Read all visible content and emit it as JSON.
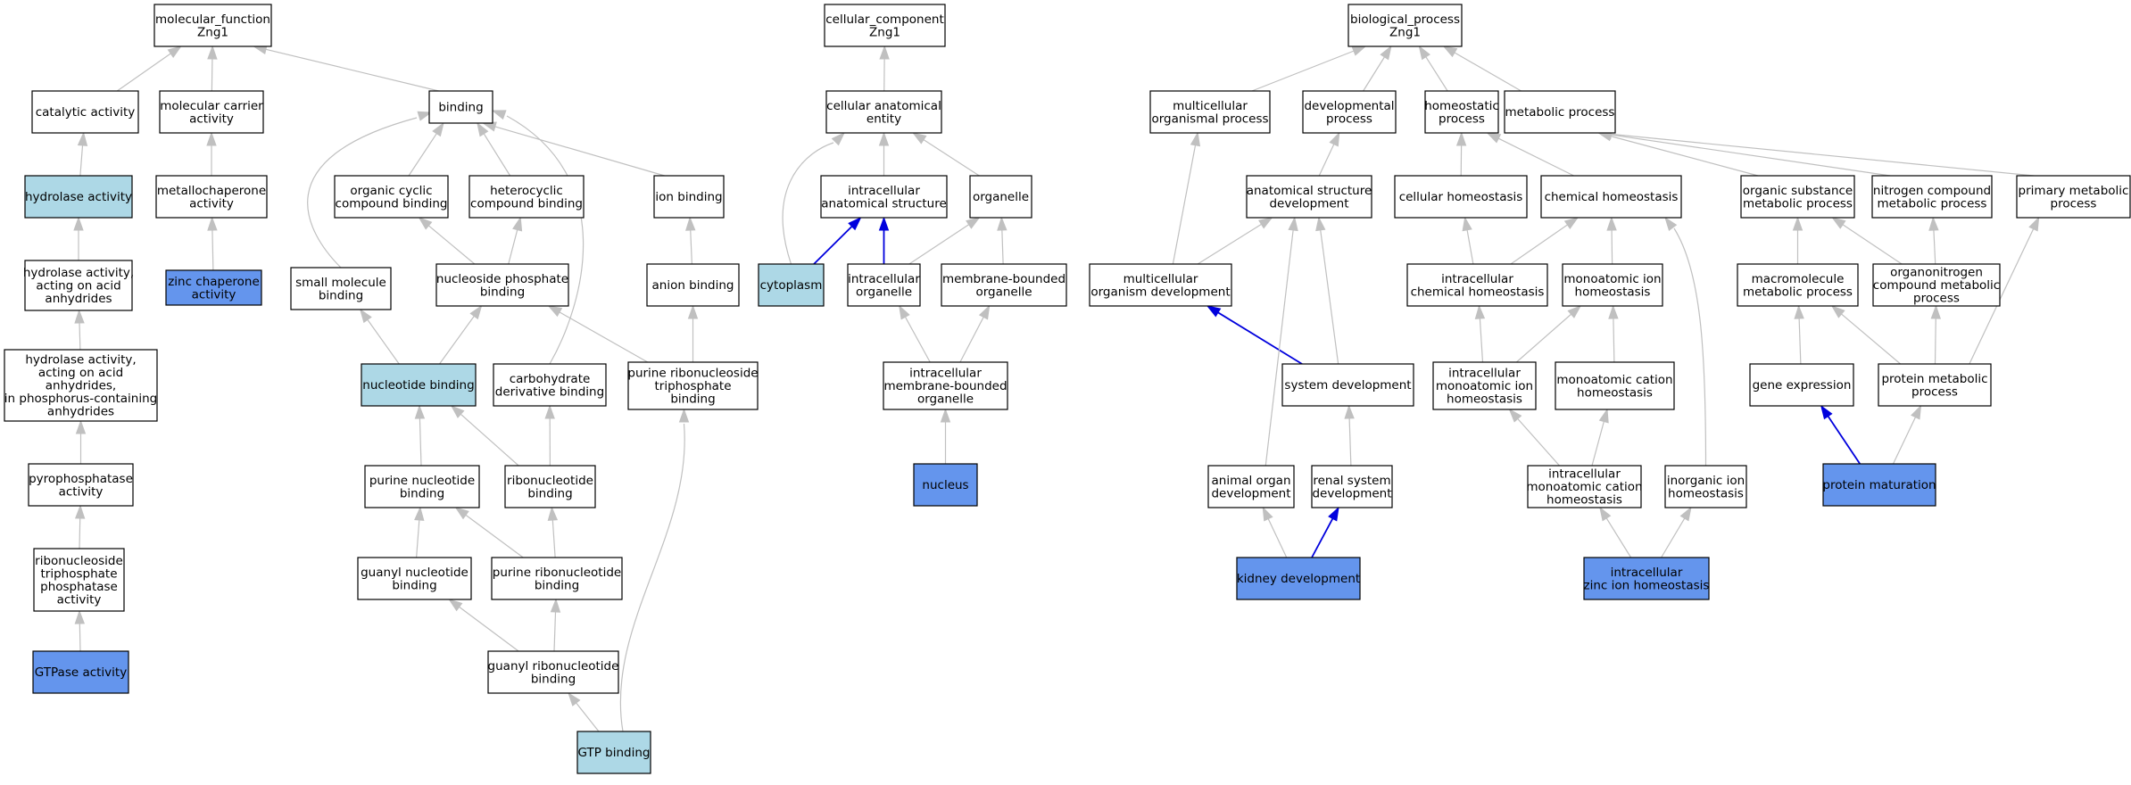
{
  "colors": {
    "edge_default": "#c0c0c0",
    "edge_highlight": "#0000dd",
    "node_plain": "#ffffff",
    "node_light": "#add8e6",
    "node_query": "#6495ed",
    "border": "#000000"
  },
  "nodes": [
    {
      "id": "mf_root",
      "lines": [
        "molecular_function",
        "Zng1"
      ],
      "style": "plain"
    },
    {
      "id": "catalytic",
      "lines": [
        "catalytic activity"
      ],
      "style": "plain"
    },
    {
      "id": "mol_carrier",
      "lines": [
        "molecular carrier",
        "activity"
      ],
      "style": "plain"
    },
    {
      "id": "binding",
      "lines": [
        "binding"
      ],
      "style": "plain"
    },
    {
      "id": "hydrolase",
      "lines": [
        "hydrolase activity"
      ],
      "style": "light"
    },
    {
      "id": "metallochaperone",
      "lines": [
        "metallochaperone",
        "activity"
      ],
      "style": "plain"
    },
    {
      "id": "organic_cyclic",
      "lines": [
        "organic cyclic",
        "compound binding"
      ],
      "style": "plain"
    },
    {
      "id": "heterocyclic",
      "lines": [
        "heterocyclic",
        "compound binding"
      ],
      "style": "plain"
    },
    {
      "id": "ion_binding",
      "lines": [
        "ion binding"
      ],
      "style": "plain"
    },
    {
      "id": "hydrolase_acid",
      "lines": [
        "hydrolase activity,",
        "acting on acid",
        "anhydrides"
      ],
      "style": "plain"
    },
    {
      "id": "zinc_chaperone",
      "lines": [
        "zinc chaperone",
        "activity"
      ],
      "style": "query"
    },
    {
      "id": "small_molecule",
      "lines": [
        "small molecule",
        "binding"
      ],
      "style": "plain"
    },
    {
      "id": "nucleoside_phosphate",
      "lines": [
        "nucleoside phosphate",
        "binding"
      ],
      "style": "plain"
    },
    {
      "id": "anion_binding",
      "lines": [
        "anion binding"
      ],
      "style": "plain"
    },
    {
      "id": "hydrolase_phosph",
      "lines": [
        "hydrolase activity,",
        "acting on acid",
        "anhydrides,",
        "in phosphorus-containing",
        "anhydrides"
      ],
      "style": "plain"
    },
    {
      "id": "nucleotide_binding",
      "lines": [
        "nucleotide binding"
      ],
      "style": "light"
    },
    {
      "id": "carbohydrate_deriv",
      "lines": [
        "carbohydrate",
        "derivative binding"
      ],
      "style": "plain"
    },
    {
      "id": "purine_ribonucleoside_tp",
      "lines": [
        "purine ribonucleoside",
        "triphosphate",
        "binding"
      ],
      "style": "plain"
    },
    {
      "id": "pyrophosphatase",
      "lines": [
        "pyrophosphatase",
        "activity"
      ],
      "style": "plain"
    },
    {
      "id": "purine_nucleotide",
      "lines": [
        "purine nucleotide",
        "binding"
      ],
      "style": "plain"
    },
    {
      "id": "ribonucleotide",
      "lines": [
        "ribonucleotide",
        "binding"
      ],
      "style": "plain"
    },
    {
      "id": "ribonucleoside_tp_phos",
      "lines": [
        "ribonucleoside",
        "triphosphate",
        "phosphatase",
        "activity"
      ],
      "style": "plain"
    },
    {
      "id": "guanyl_nucleotide",
      "lines": [
        "guanyl nucleotide",
        "binding"
      ],
      "style": "plain"
    },
    {
      "id": "purine_ribonucleotide",
      "lines": [
        "purine ribonucleotide",
        "binding"
      ],
      "style": "plain"
    },
    {
      "id": "gtpase",
      "lines": [
        "GTPase activity"
      ],
      "style": "query"
    },
    {
      "id": "guanyl_ribonucleotide",
      "lines": [
        "guanyl ribonucleotide",
        "binding"
      ],
      "style": "plain"
    },
    {
      "id": "gtp_binding",
      "lines": [
        "GTP binding"
      ],
      "style": "light"
    },
    {
      "id": "cc_root",
      "lines": [
        "cellular_component",
        "Zng1"
      ],
      "style": "plain"
    },
    {
      "id": "cell_anat_entity",
      "lines": [
        "cellular anatomical",
        "entity"
      ],
      "style": "plain"
    },
    {
      "id": "intracell_anat",
      "lines": [
        "intracellular",
        "anatomical structure"
      ],
      "style": "plain"
    },
    {
      "id": "organelle",
      "lines": [
        "organelle"
      ],
      "style": "plain"
    },
    {
      "id": "cytoplasm",
      "lines": [
        "cytoplasm"
      ],
      "style": "light"
    },
    {
      "id": "intracell_organelle",
      "lines": [
        "intracellular",
        "organelle"
      ],
      "style": "plain"
    },
    {
      "id": "membrane_organelle",
      "lines": [
        "membrane-bounded",
        "organelle"
      ],
      "style": "plain"
    },
    {
      "id": "intracell_membrane_org",
      "lines": [
        "intracellular",
        "membrane-bounded",
        "organelle"
      ],
      "style": "plain"
    },
    {
      "id": "nucleus",
      "lines": [
        "nucleus"
      ],
      "style": "query"
    },
    {
      "id": "bp_root",
      "lines": [
        "biological_process",
        "Zng1"
      ],
      "style": "plain"
    },
    {
      "id": "multicell_org_proc",
      "lines": [
        "multicellular",
        "organismal process"
      ],
      "style": "plain"
    },
    {
      "id": "developmental_proc",
      "lines": [
        "developmental",
        "process"
      ],
      "style": "plain"
    },
    {
      "id": "homeostatic_proc",
      "lines": [
        "homeostatic",
        "process"
      ],
      "style": "plain"
    },
    {
      "id": "metabolic_proc",
      "lines": [
        "metabolic process"
      ],
      "style": "plain"
    },
    {
      "id": "anat_struct_dev",
      "lines": [
        "anatomical structure",
        "development"
      ],
      "style": "plain"
    },
    {
      "id": "cellular_homeostasis",
      "lines": [
        "cellular homeostasis"
      ],
      "style": "plain"
    },
    {
      "id": "chemical_homeostasis",
      "lines": [
        "chemical homeostasis"
      ],
      "style": "plain"
    },
    {
      "id": "organic_subst_met",
      "lines": [
        "organic substance",
        "metabolic process"
      ],
      "style": "plain"
    },
    {
      "id": "nitrogen_met",
      "lines": [
        "nitrogen compound",
        "metabolic process"
      ],
      "style": "plain"
    },
    {
      "id": "primary_met",
      "lines": [
        "primary metabolic",
        "process"
      ],
      "style": "plain"
    },
    {
      "id": "multicell_org_dev",
      "lines": [
        "multicellular",
        "organism development"
      ],
      "style": "plain"
    },
    {
      "id": "intracell_chem_home",
      "lines": [
        "intracellular",
        "chemical homeostasis"
      ],
      "style": "plain"
    },
    {
      "id": "monoatomic_ion_home",
      "lines": [
        "monoatomic ion",
        "homeostasis"
      ],
      "style": "plain"
    },
    {
      "id": "macromolecule_met",
      "lines": [
        "macromolecule",
        "metabolic process"
      ],
      "style": "plain"
    },
    {
      "id": "organonitrogen_met",
      "lines": [
        "organonitrogen",
        "compound metabolic",
        "process"
      ],
      "style": "plain"
    },
    {
      "id": "system_dev",
      "lines": [
        "system development"
      ],
      "style": "plain"
    },
    {
      "id": "intracell_monoatomic_ion",
      "lines": [
        "intracellular",
        "monoatomic ion",
        "homeostasis"
      ],
      "style": "plain"
    },
    {
      "id": "monoatomic_cation_home",
      "lines": [
        "monoatomic cation",
        "homeostasis"
      ],
      "style": "plain"
    },
    {
      "id": "gene_expression",
      "lines": [
        "gene expression"
      ],
      "style": "plain"
    },
    {
      "id": "protein_met",
      "lines": [
        "protein metabolic",
        "process"
      ],
      "style": "plain"
    },
    {
      "id": "animal_organ_dev",
      "lines": [
        "animal organ",
        "development"
      ],
      "style": "plain"
    },
    {
      "id": "renal_system_dev",
      "lines": [
        "renal system",
        "development"
      ],
      "style": "plain"
    },
    {
      "id": "intracell_monoatomic_cation",
      "lines": [
        "intracellular",
        "monoatomic cation",
        "homeostasis"
      ],
      "style": "plain"
    },
    {
      "id": "inorganic_ion_home",
      "lines": [
        "inorganic ion",
        "homeostasis"
      ],
      "style": "plain"
    },
    {
      "id": "protein_maturation",
      "lines": [
        "protein maturation"
      ],
      "style": "query"
    },
    {
      "id": "kidney_dev",
      "lines": [
        "kidney development"
      ],
      "style": "query"
    },
    {
      "id": "intracell_zinc_home",
      "lines": [
        "intracellular",
        "zinc ion homeostasis"
      ],
      "style": "query"
    }
  ],
  "edges": [
    {
      "from": "catalytic",
      "to": "mf_root",
      "highlight": false
    },
    {
      "from": "mol_carrier",
      "to": "mf_root",
      "highlight": false
    },
    {
      "from": "binding",
      "to": "mf_root",
      "highlight": false
    },
    {
      "from": "hydrolase",
      "to": "catalytic",
      "highlight": false
    },
    {
      "from": "metallochaperone",
      "to": "mol_carrier",
      "highlight": false
    },
    {
      "from": "zinc_chaperone",
      "to": "metallochaperone",
      "highlight": false
    },
    {
      "from": "hydrolase_acid",
      "to": "hydrolase",
      "highlight": false
    },
    {
      "from": "hydrolase_phosph",
      "to": "hydrolase_acid",
      "highlight": false
    },
    {
      "from": "pyrophosphatase",
      "to": "hydrolase_phosph",
      "highlight": false
    },
    {
      "from": "ribonucleoside_tp_phos",
      "to": "pyrophosphatase",
      "highlight": false
    },
    {
      "from": "gtpase",
      "to": "ribonucleoside_tp_phos",
      "highlight": false
    },
    {
      "from": "organic_cyclic",
      "to": "binding",
      "highlight": false
    },
    {
      "from": "heterocyclic",
      "to": "binding",
      "highlight": false
    },
    {
      "from": "ion_binding",
      "to": "binding",
      "highlight": false
    },
    {
      "from": "small_molecule",
      "to": "binding",
      "highlight": false,
      "curve": "left"
    },
    {
      "from": "carbohydrate_deriv",
      "to": "binding",
      "highlight": false,
      "curve": "right"
    },
    {
      "from": "nucleoside_phosphate",
      "to": "organic_cyclic",
      "highlight": false
    },
    {
      "from": "nucleoside_phosphate",
      "to": "heterocyclic",
      "highlight": false
    },
    {
      "from": "anion_binding",
      "to": "ion_binding",
      "highlight": false
    },
    {
      "from": "nucleotide_binding",
      "to": "small_molecule",
      "highlight": false
    },
    {
      "from": "nucleotide_binding",
      "to": "nucleoside_phosphate",
      "highlight": false
    },
    {
      "from": "purine_ribonucleoside_tp",
      "to": "anion_binding",
      "highlight": false
    },
    {
      "from": "purine_ribonucleoside_tp",
      "to": "nucleoside_phosphate",
      "highlight": false
    },
    {
      "from": "purine_nucleotide",
      "to": "nucleotide_binding",
      "highlight": false
    },
    {
      "from": "ribonucleotide",
      "to": "nucleotide_binding",
      "highlight": false
    },
    {
      "from": "ribonucleotide",
      "to": "carbohydrate_deriv",
      "highlight": false
    },
    {
      "from": "guanyl_nucleotide",
      "to": "purine_nucleotide",
      "highlight": false
    },
    {
      "from": "purine_ribonucleotide",
      "to": "purine_nucleotide",
      "highlight": false
    },
    {
      "from": "purine_ribonucleotide",
      "to": "ribonucleotide",
      "highlight": false
    },
    {
      "from": "guanyl_ribonucleotide",
      "to": "guanyl_nucleotide",
      "highlight": false
    },
    {
      "from": "guanyl_ribonucleotide",
      "to": "purine_ribonucleotide",
      "highlight": false
    },
    {
      "from": "gtp_binding",
      "to": "guanyl_ribonucleotide",
      "highlight": false
    },
    {
      "from": "gtp_binding",
      "to": "purine_ribonucleoside_tp",
      "highlight": false,
      "curve": "gtp"
    },
    {
      "from": "cell_anat_entity",
      "to": "cc_root",
      "highlight": false
    },
    {
      "from": "intracell_anat",
      "to": "cell_anat_entity",
      "highlight": false
    },
    {
      "from": "organelle",
      "to": "cell_anat_entity",
      "highlight": false
    },
    {
      "from": "cytoplasm",
      "to": "cell_anat_entity",
      "highlight": false,
      "curve": "cyto"
    },
    {
      "from": "cytoplasm",
      "to": "intracell_anat",
      "highlight": true
    },
    {
      "from": "intracell_organelle",
      "to": "intracell_anat",
      "highlight": true
    },
    {
      "from": "intracell_organelle",
      "to": "organelle",
      "highlight": false
    },
    {
      "from": "membrane_organelle",
      "to": "organelle",
      "highlight": false
    },
    {
      "from": "intracell_membrane_org",
      "to": "intracell_organelle",
      "highlight": false
    },
    {
      "from": "intracell_membrane_org",
      "to": "membrane_organelle",
      "highlight": false
    },
    {
      "from": "nucleus",
      "to": "intracell_membrane_org",
      "highlight": false
    },
    {
      "from": "multicell_org_proc",
      "to": "bp_root",
      "highlight": false
    },
    {
      "from": "developmental_proc",
      "to": "bp_root",
      "highlight": false
    },
    {
      "from": "homeostatic_proc",
      "to": "bp_root",
      "highlight": false
    },
    {
      "from": "metabolic_proc",
      "to": "bp_root",
      "highlight": false
    },
    {
      "from": "anat_struct_dev",
      "to": "developmental_proc",
      "highlight": false
    },
    {
      "from": "multicell_org_dev",
      "to": "multicell_org_proc",
      "highlight": false
    },
    {
      "from": "multicell_org_dev",
      "to": "anat_struct_dev",
      "highlight": false
    },
    {
      "from": "system_dev",
      "to": "multicell_org_dev",
      "highlight": true
    },
    {
      "from": "system_dev",
      "to": "anat_struct_dev",
      "highlight": false
    },
    {
      "from": "animal_organ_dev",
      "to": "anat_struct_dev",
      "highlight": false
    },
    {
      "from": "renal_system_dev",
      "to": "system_dev",
      "highlight": false
    },
    {
      "from": "kidney_dev",
      "to": "animal_organ_dev",
      "highlight": false
    },
    {
      "from": "kidney_dev",
      "to": "renal_system_dev",
      "highlight": true
    },
    {
      "from": "cellular_homeostasis",
      "to": "homeostatic_proc",
      "highlight": false
    },
    {
      "from": "chemical_homeostasis",
      "to": "homeostatic_proc",
      "highlight": false
    },
    {
      "from": "intracell_chem_home",
      "to": "cellular_homeostasis",
      "highlight": false
    },
    {
      "from": "intracell_chem_home",
      "to": "chemical_homeostasis",
      "highlight": false
    },
    {
      "from": "monoatomic_ion_home",
      "to": "chemical_homeostasis",
      "highlight": false
    },
    {
      "from": "inorganic_ion_home",
      "to": "chemical_homeostasis",
      "highlight": false,
      "curve": "inorg"
    },
    {
      "from": "intracell_monoatomic_ion",
      "to": "intracell_chem_home",
      "highlight": false
    },
    {
      "from": "intracell_monoatomic_ion",
      "to": "monoatomic_ion_home",
      "highlight": false
    },
    {
      "from": "monoatomic_cation_home",
      "to": "monoatomic_ion_home",
      "highlight": false
    },
    {
      "from": "intracell_monoatomic_cation",
      "to": "intracell_monoatomic_ion",
      "highlight": false
    },
    {
      "from": "intracell_monoatomic_cation",
      "to": "monoatomic_cation_home",
      "highlight": false
    },
    {
      "from": "intracell_zinc_home",
      "to": "intracell_monoatomic_cation",
      "highlight": false
    },
    {
      "from": "intracell_zinc_home",
      "to": "inorganic_ion_home",
      "highlight": false
    },
    {
      "from": "organic_subst_met",
      "to": "metabolic_proc",
      "highlight": false
    },
    {
      "from": "nitrogen_met",
      "to": "metabolic_proc",
      "highlight": false
    },
    {
      "from": "primary_met",
      "to": "metabolic_proc",
      "highlight": false
    },
    {
      "from": "macromolecule_met",
      "to": "organic_subst_met",
      "highlight": false
    },
    {
      "from": "organonitrogen_met",
      "to": "organic_subst_met",
      "highlight": false
    },
    {
      "from": "organonitrogen_met",
      "to": "nitrogen_met",
      "highlight": false
    },
    {
      "from": "gene_expression",
      "to": "macromolecule_met",
      "highlight": false
    },
    {
      "from": "protein_met",
      "to": "macromolecule_met",
      "highlight": false
    },
    {
      "from": "protein_met",
      "to": "organonitrogen_met",
      "highlight": false
    },
    {
      "from": "protein_met",
      "to": "primary_met",
      "highlight": false
    },
    {
      "from": "protein_maturation",
      "to": "gene_expression",
      "highlight": true
    },
    {
      "from": "protein_maturation",
      "to": "protein_met",
      "highlight": false
    }
  ]
}
